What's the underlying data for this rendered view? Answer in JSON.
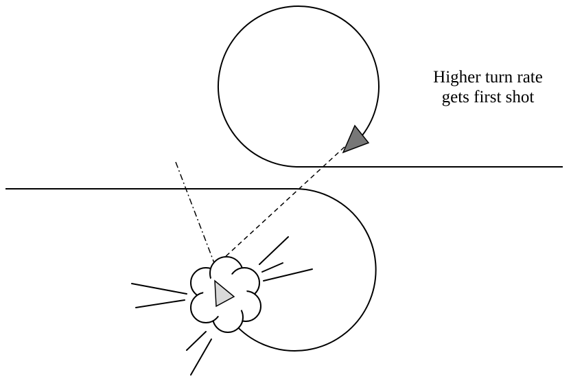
{
  "caption": {
    "line1": "Higher turn rate",
    "line2": "gets first shot"
  },
  "colors": {
    "stroke": "#000000",
    "aircraft_fast_turn": "#777777",
    "aircraft_hit": "#d9d9d9",
    "background": "#ffffff"
  },
  "icons": {
    "attacker": "filled-triangle-aircraft",
    "target": "light-triangle-aircraft",
    "hit": "explosion-cloud"
  }
}
